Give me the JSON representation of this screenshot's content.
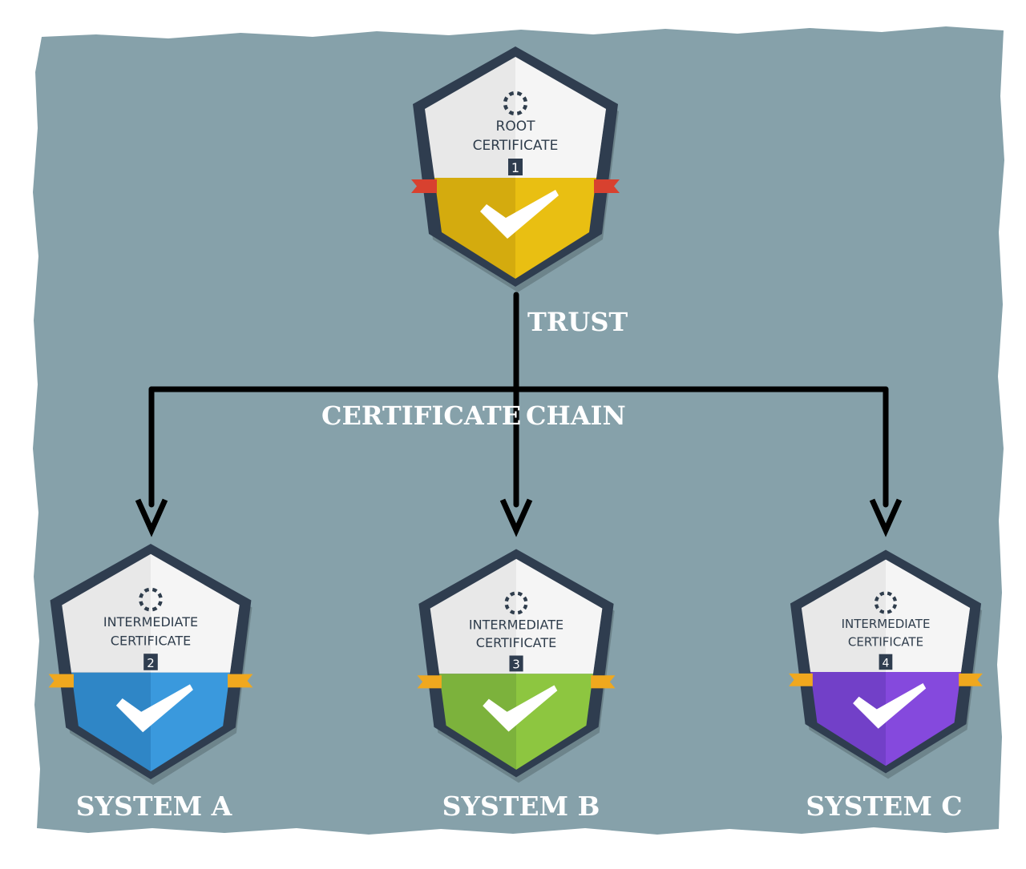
{
  "colors": {
    "panel": "#86a1aa",
    "badge_frame": "#2f3d4f",
    "badge_face": "#e8e8e8",
    "arrow": "#000000",
    "label": "#ffffff"
  },
  "labels": {
    "trust": "TRUST",
    "chain_left": "CERTIFICATE",
    "chain_right": "CHAIN"
  },
  "badges": [
    {
      "key": "root",
      "icon": "gear-icon",
      "line1": "ROOT",
      "line2": "CERTIFICATE",
      "number": "1",
      "fill_dark": "#d4ab0e",
      "fill_light": "#e9bf12",
      "ribbon": "#d8412f",
      "system_label": ""
    },
    {
      "key": "system-a",
      "icon": "gear-icon",
      "line1": "INTERMEDIATE",
      "line2": "CERTIFICATE",
      "number": "2",
      "fill_dark": "#2f86c6",
      "fill_light": "#3a99dd",
      "ribbon": "#f0a81e",
      "system_label": "SYSTEM A"
    },
    {
      "key": "system-b",
      "icon": "gear-icon",
      "line1": "INTERMEDIATE",
      "line2": "CERTIFICATE",
      "number": "3",
      "fill_dark": "#7cb23c",
      "fill_light": "#8dc640",
      "ribbon": "#f0a81e",
      "system_label": "SYSTEM B"
    },
    {
      "key": "system-c",
      "icon": "gear-icon",
      "line1": "INTERMEDIATE",
      "line2": "CERTIFICATE",
      "number": "4",
      "fill_dark": "#7240c8",
      "fill_light": "#8549dd",
      "ribbon": "#f0a81e",
      "system_label": "SYSTEM C"
    }
  ]
}
